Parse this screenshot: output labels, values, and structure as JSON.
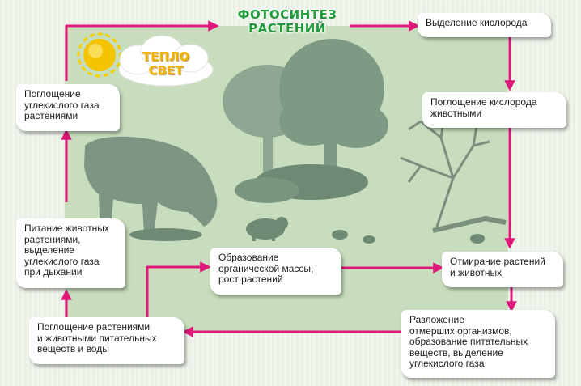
{
  "title": {
    "line1": "ФОТОСИНТЕЗ",
    "line2": "РАСТЕНИЙ"
  },
  "sun": {
    "line1": "ТЕПЛО",
    "line2": "СВЕТ"
  },
  "boxes": {
    "oxygen_release": "Выделение кислорода",
    "oxygen_absorption": [
      "Поглощение кислорода",
      "животными"
    ],
    "death": [
      "Отмирание растений",
      "и животных"
    ],
    "decomposition": [
      "Разложение",
      "отмерших организмов,",
      "образование питательных",
      "веществ, выделение",
      "углекислого газа"
    ],
    "nutrient_absorption": [
      "Поглощение растениями",
      "и животными питательных",
      "веществ и воды"
    ],
    "organic_mass": [
      "Образование",
      "органической массы,",
      "рост растений"
    ],
    "animal_feeding": [
      "Питание животных",
      "растениями,",
      "выделение",
      "углекислого газа",
      "при дыхании"
    ],
    "co2_absorption": [
      "Поглощение",
      "углекислого газа",
      "растениями"
    ]
  },
  "colors": {
    "arrow": "#e0187a",
    "title": "#1f9b3b",
    "sun": "#f5c400",
    "panel": "#c7ddbd",
    "silhouette": "#7f9a84"
  },
  "icons": [
    "sun-icon",
    "cloud-icon",
    "trees-icon",
    "bison-icon",
    "rodent-icon",
    "dead-tree-icon",
    "leaves-icon",
    "mushroom-icon",
    "arrow-icon"
  ]
}
